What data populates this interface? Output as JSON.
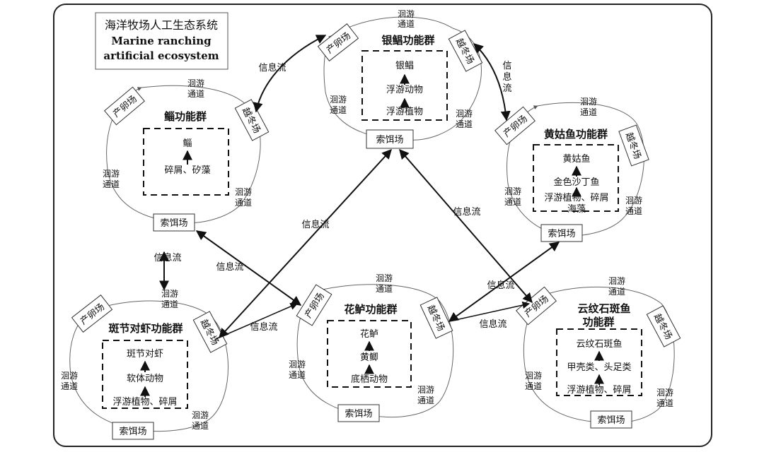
{
  "title": {
    "zh": "海洋牧场人工生态系统",
    "en1": "Marine ranching",
    "en2": "artificial ecosystem"
  },
  "labels": {
    "spawn": "产卵场",
    "winter": "越冬场",
    "feed": "索饵场",
    "mig1": "洄游",
    "mig2": "通道",
    "info": "信息流",
    "info_v1": "信",
    "info_v2": "息",
    "info_v3": "流"
  },
  "groups": {
    "silverpomfret": {
      "title": "银鲳功能群",
      "chain": [
        "银鲳",
        "浮游动物",
        "浮游植物"
      ]
    },
    "lizardfish": {
      "title": "鲻功能群",
      "chain": [
        "鲻",
        "碎屑、矽藻"
      ]
    },
    "croaker": {
      "title": "黄姑鱼功能群",
      "chain": [
        "黄姑鱼",
        "金色沙丁鱼",
        "浮游植物、碎屑",
        "海藻"
      ]
    },
    "shrimp": {
      "title": "斑节对虾功能群",
      "chain": [
        "斑节对虾",
        "软体动物",
        "浮游植物、碎屑"
      ]
    },
    "seabass": {
      "title": "花鲈功能群",
      "chain": [
        "花鲈",
        "黄鲫",
        "底栖动物"
      ]
    },
    "grouper": {
      "title1": "云纹石斑鱼",
      "title2": "功能群",
      "chain": [
        "云纹石斑鱼",
        "甲壳类、头足类",
        "浮游植物、碎屑"
      ]
    }
  }
}
